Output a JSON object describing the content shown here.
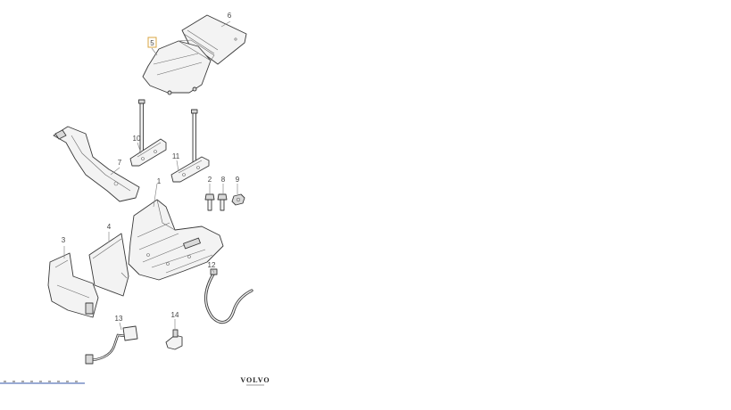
{
  "colors": {
    "line": "#3a3a3a",
    "fill": "#f3f3f3",
    "callout_text": "#444444",
    "highlight_border": "#d9a441",
    "scale_bar": "#3355aa"
  },
  "brand": {
    "logo": "VOLVO"
  },
  "callouts": [
    {
      "id": "1",
      "label": "1",
      "highlighted": false
    },
    {
      "id": "2",
      "label": "2",
      "highlighted": false
    },
    {
      "id": "3",
      "label": "3",
      "highlighted": false
    },
    {
      "id": "4",
      "label": "4",
      "highlighted": false
    },
    {
      "id": "5",
      "label": "5",
      "highlighted": true
    },
    {
      "id": "6",
      "label": "6",
      "highlighted": false
    },
    {
      "id": "7",
      "label": "7",
      "highlighted": false
    },
    {
      "id": "8",
      "label": "8",
      "highlighted": false
    },
    {
      "id": "9",
      "label": "9",
      "highlighted": false
    },
    {
      "id": "10",
      "label": "10",
      "highlighted": false
    },
    {
      "id": "11",
      "label": "11",
      "highlighted": false
    },
    {
      "id": "12",
      "label": "12",
      "highlighted": false
    },
    {
      "id": "13",
      "label": "13",
      "highlighted": false
    },
    {
      "id": "14",
      "label": "14",
      "highlighted": false
    }
  ]
}
